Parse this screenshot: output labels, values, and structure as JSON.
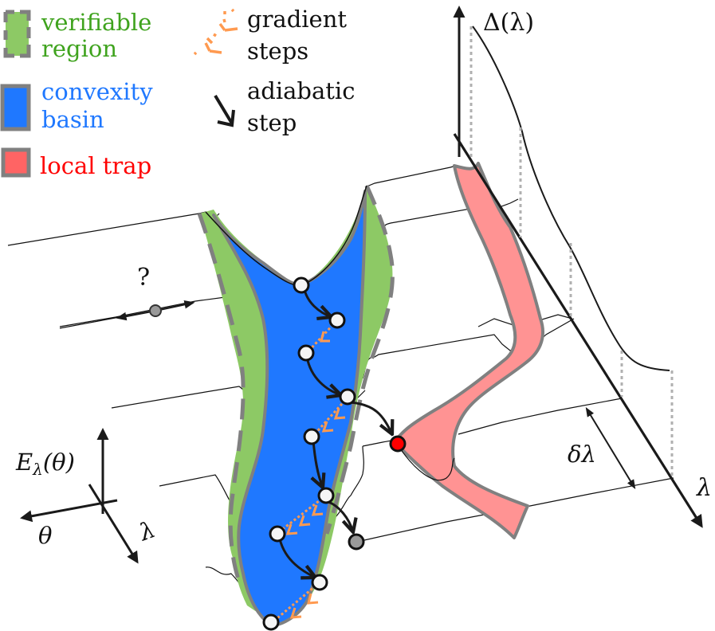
{
  "legend": {
    "verifiable_region": {
      "line1": "verifiable",
      "line2": "region",
      "color": "#3fa31e",
      "fill": "#8dc965",
      "border": "#808080"
    },
    "convexity_basin": {
      "line1": "convexity",
      "line2": "basin",
      "color": "#1f78ff",
      "fill": "#1f78ff",
      "border": "#808080"
    },
    "local_trap": {
      "label": "local trap",
      "color": "#ff0000",
      "fill": "#ff6464",
      "border": "#808080"
    },
    "gradient_steps": {
      "line1": "gradient",
      "line2": "steps",
      "color": "#ff9a50"
    },
    "adiabatic_step": {
      "line1": "adiabatic",
      "line2": "step",
      "color": "#1a1a1a"
    }
  },
  "axes": {
    "energy_label": "E",
    "energy_subscript": "λ",
    "energy_arg": "(θ)",
    "theta_label": "θ",
    "lambda_label_small": "λ",
    "gap_label": "Δ(λ)",
    "lambda_axis_label": "λ",
    "delta_lambda_label": "δλ",
    "question_mark": "?"
  },
  "colors": {
    "basin_fill": "#1f78ff",
    "verifiable_fill": "#8dc965",
    "trap_fill": "#ff9393",
    "outline_gray": "#808080",
    "gradient_orange": "#ff9a50",
    "trap_point_red": "#ff0000",
    "node_fill": "#f5f5f5",
    "gray_node": "#999999"
  }
}
